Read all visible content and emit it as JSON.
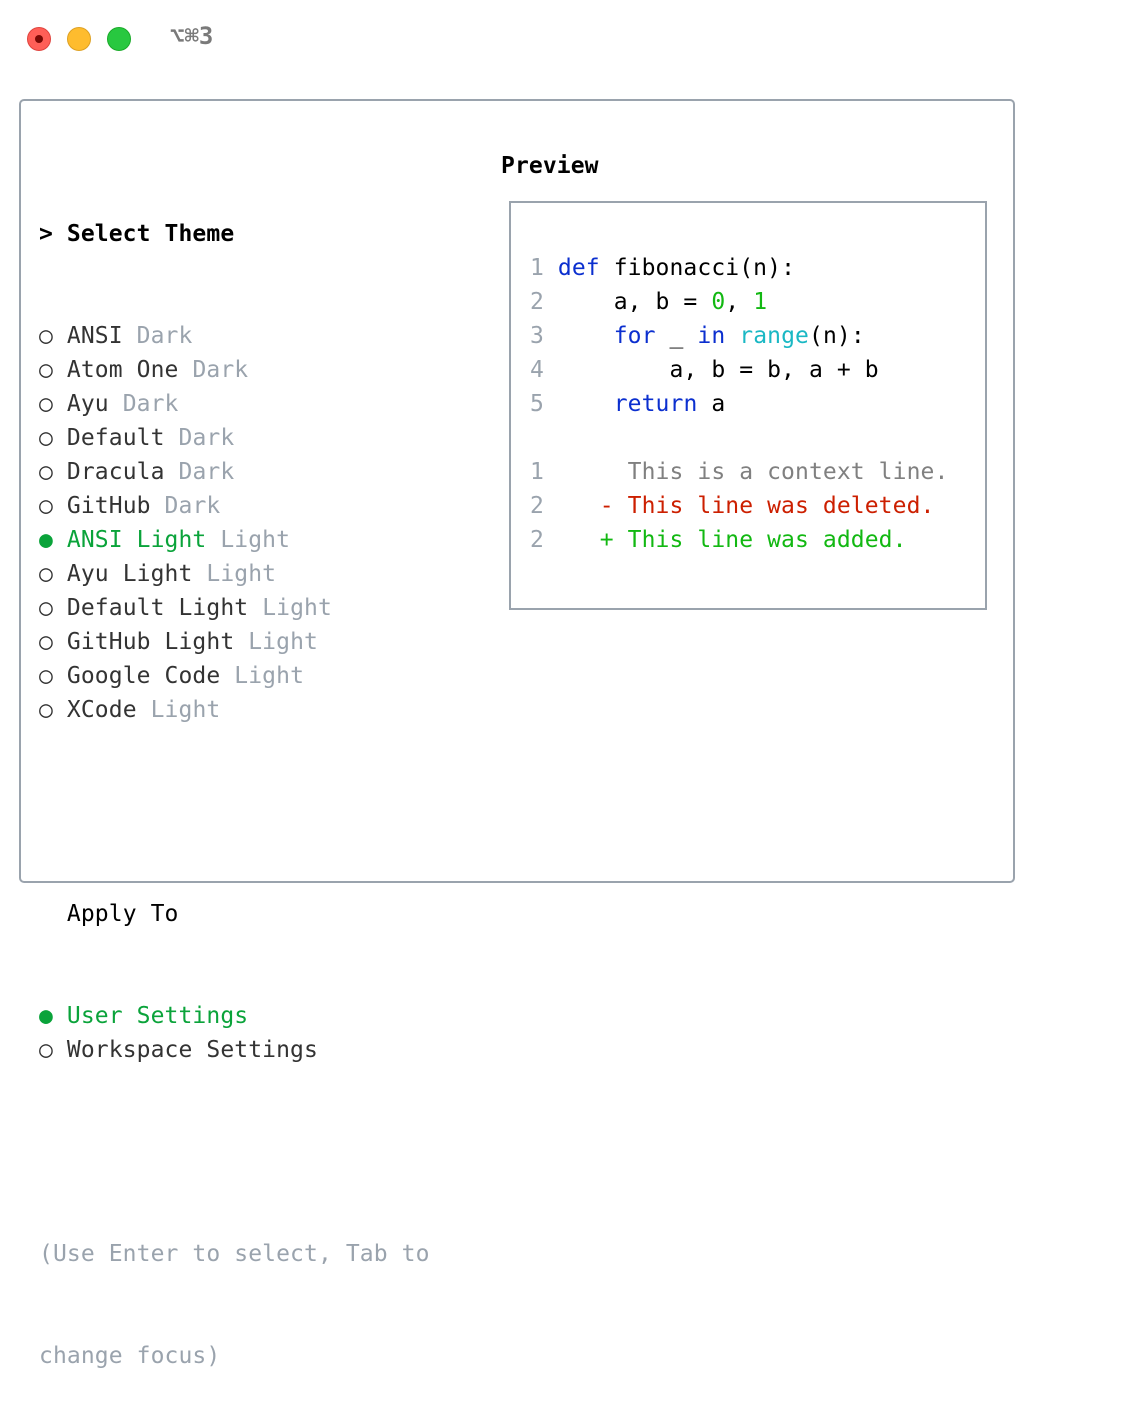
{
  "window": {
    "title": "⌥⌘3",
    "controls": {
      "close_color": "#ff5f57",
      "minimize_color": "#febc2e",
      "zoom_color": "#28c840"
    }
  },
  "theme_selector": {
    "heading": "> Select Theme",
    "items": [
      {
        "name": "ANSI",
        "type": "Dark",
        "selected": false
      },
      {
        "name": "Atom One",
        "type": "Dark",
        "selected": false
      },
      {
        "name": "Ayu",
        "type": "Dark",
        "selected": false
      },
      {
        "name": "Default",
        "type": "Dark",
        "selected": false
      },
      {
        "name": "Dracula",
        "type": "Dark",
        "selected": false
      },
      {
        "name": "GitHub",
        "type": "Dark",
        "selected": false
      },
      {
        "name": "ANSI Light",
        "type": "Light",
        "selected": true
      },
      {
        "name": "Ayu Light",
        "type": "Light",
        "selected": false
      },
      {
        "name": "Default Light",
        "type": "Light",
        "selected": false
      },
      {
        "name": "GitHub Light",
        "type": "Light",
        "selected": false
      },
      {
        "name": "Google Code",
        "type": "Light",
        "selected": false
      },
      {
        "name": "XCode",
        "type": "Light",
        "selected": false
      }
    ]
  },
  "apply_to": {
    "heading": "Apply To",
    "items": [
      {
        "label": "User Settings",
        "selected": true
      },
      {
        "label": "Workspace Settings",
        "selected": false
      }
    ]
  },
  "help": {
    "line1": "(Use Enter to select, Tab to",
    "line2": "change focus)"
  },
  "preview": {
    "title": "Preview",
    "code": [
      {
        "n": "1",
        "parts": [
          [
            "kw",
            "def"
          ],
          [
            "tx",
            " fibonacci(n):"
          ]
        ]
      },
      {
        "n": "2",
        "parts": [
          [
            "tx",
            "    a, b = "
          ],
          [
            "num",
            "0"
          ],
          [
            "tx",
            ", "
          ],
          [
            "num",
            "1"
          ]
        ]
      },
      {
        "n": "3",
        "parts": [
          [
            "tx",
            "    "
          ],
          [
            "kw",
            "for"
          ],
          [
            "tx",
            " _ "
          ],
          [
            "kw",
            "in"
          ],
          [
            "tx",
            " "
          ],
          [
            "bi",
            "range"
          ],
          [
            "tx",
            "(n):"
          ]
        ]
      },
      {
        "n": "4",
        "parts": [
          [
            "tx",
            "        a, b = b, a + b"
          ]
        ]
      },
      {
        "n": "5",
        "parts": [
          [
            "tx",
            "    "
          ],
          [
            "kw",
            "return"
          ],
          [
            "tx",
            " a"
          ]
        ]
      }
    ],
    "diff": [
      {
        "n": "1",
        "kind": "ctx",
        "text": "      This is a context line."
      },
      {
        "n": "2",
        "kind": "del",
        "text": "    - This line was deleted."
      },
      {
        "n": "2",
        "kind": "add",
        "text": "    + This line was added."
      }
    ]
  },
  "colors": {
    "selected": "#0aa33a",
    "muted": "#9aa3ad",
    "border": "#9aa3ad",
    "keyword": "#0b2fcf",
    "builtin": "#1ab8c4",
    "number": "#12b812",
    "deleted": "#cc1f00",
    "added": "#12b812",
    "context": "#808080"
  }
}
